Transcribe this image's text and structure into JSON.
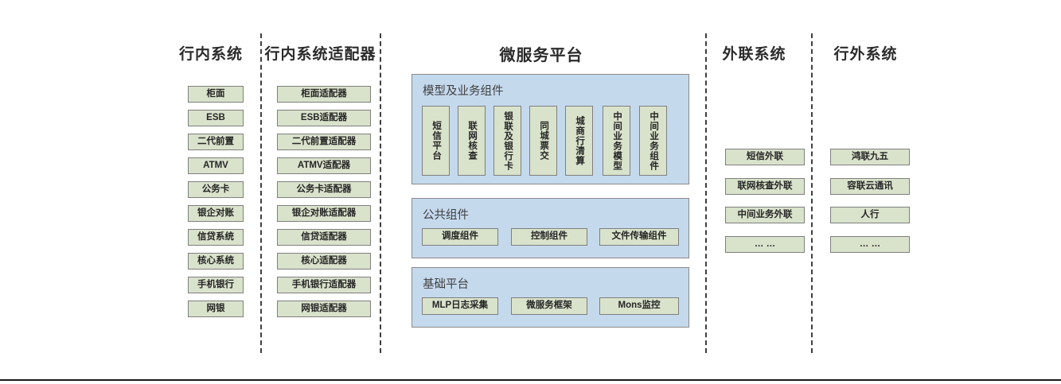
{
  "diagram": {
    "title_bar": null,
    "columns": [
      {
        "id": "in-bank-systems",
        "heading": "行内系统",
        "items": [
          "柜面",
          "ESB",
          "二代前置",
          "ATMV",
          "公务卡",
          "银企对账",
          "信贷系统",
          "核心系统",
          "手机银行",
          "网银"
        ]
      },
      {
        "id": "in-bank-adapters",
        "heading": "行内系统适配器",
        "items": [
          "柜面适配器",
          "ESB适配器",
          "二代前置适配器",
          "ATMV适配器",
          "公务卡适配器",
          "银企对账适配器",
          "信贷适配器",
          "核心适配器",
          "手机银行适配器",
          "网银适配器"
        ]
      },
      {
        "id": "external-link-systems",
        "heading": "外联系统",
        "items": [
          "短信外联",
          "联网核查外联",
          "中间业务外联",
          "… …"
        ]
      },
      {
        "id": "off-bank-systems",
        "heading": "行外系统",
        "items": [
          "鸿联九五",
          "容联云通讯",
          "人行",
          "… …"
        ]
      }
    ],
    "platform": {
      "heading": "微服务平台",
      "panels": [
        {
          "id": "model-business-components",
          "title": "模型及业务组件",
          "orientation": "vertical",
          "items": [
            "短信平台",
            "联网核查",
            "银联及银行卡",
            "同城票交",
            "城商行清算",
            "中间业务模型",
            "中间业务组件"
          ]
        },
        {
          "id": "public-components",
          "title": "公共组件",
          "orientation": "horizontal",
          "items": [
            "调度组件",
            "控制组件",
            "文件传输组件"
          ]
        },
        {
          "id": "base-platform",
          "title": "基础平台",
          "orientation": "horizontal",
          "items": [
            "MLP日志采集",
            "微服务框架",
            "Mons监控"
          ]
        }
      ]
    },
    "colors": {
      "node_fill": "#d9e2cb",
      "node_border": "#7f7f7f",
      "panel_fill": "#c5d9ed",
      "panel_border": "#8a8a8a",
      "heading_text": "#2b2b2b",
      "panel_title_text": "#404040",
      "divider": "#3f3f3f",
      "page_background": "#ffffff"
    }
  }
}
